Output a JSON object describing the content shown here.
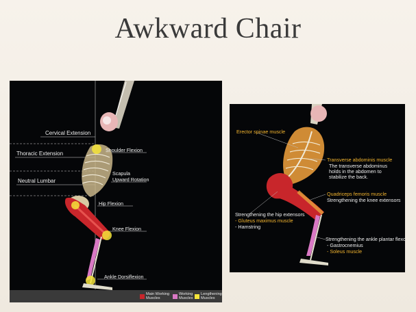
{
  "slide": {
    "title": "Awkward Chair"
  },
  "left_panel": {
    "labels": {
      "cervical": "Cervical Extension",
      "thoracic": "Thoracic Extension",
      "neutral": "Neutral Lumbar",
      "shoulder": "Shoulder Flexion",
      "scapula": "Scapula",
      "upward": "Upward Rotation",
      "hip": "Hip Flexion",
      "knee": "Knee Flexion",
      "ankle": "Ankle Dorsiflexion"
    },
    "legend": {
      "main": "Main Working Muscles",
      "working": "Working Muscles",
      "lengthening": "Lengthening Muscles"
    },
    "colors": {
      "main": "#c8262b",
      "working": "#d978c4",
      "lengthening": "#f4e43a"
    }
  },
  "right_panel": {
    "erector": "Erector spinae muscle",
    "transverse_title": "Transverse abdominis muscle",
    "transverse_desc_1": "The transverse abdominus",
    "transverse_desc_2": "holds in the abdomen to",
    "transverse_desc_3": "stabilize the back.",
    "quad_title": "Quadriceps femoris muscle",
    "quad_desc": "Strengthening the knee extensors",
    "hip_ext": "Strengthening the hip extensors",
    "glute": "- Gluteus maximus muscle",
    "hamstring": "- Hamstring",
    "ankle_title": "Strengthening the ankle plantar flexors",
    "gastroc": "- Gastrocnemius",
    "soleus": "- Soleus muscle"
  }
}
